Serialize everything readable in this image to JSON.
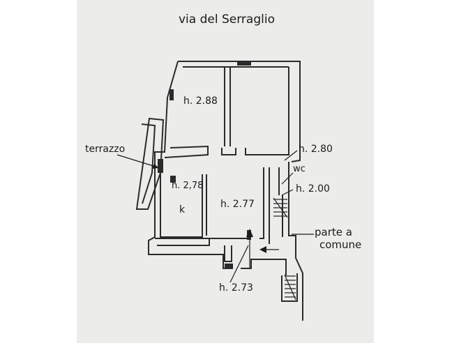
{
  "street_label": "via del Serraglio",
  "labels": {
    "terrazzo": "terrazzo",
    "h_288": "h. 2.88",
    "h_280": "h. 2.80",
    "wc": "wc",
    "h_200": "h. 2.00",
    "h_278": "h. 2,78",
    "k": "k",
    "h_277": "h. 2.77",
    "parte_a": "parte a",
    "comune": "comune",
    "h_273": "h. 2.73"
  },
  "colors": {
    "paper": "#ececea",
    "ink": "#1b1b1b",
    "wall": "#3a3a3a"
  }
}
